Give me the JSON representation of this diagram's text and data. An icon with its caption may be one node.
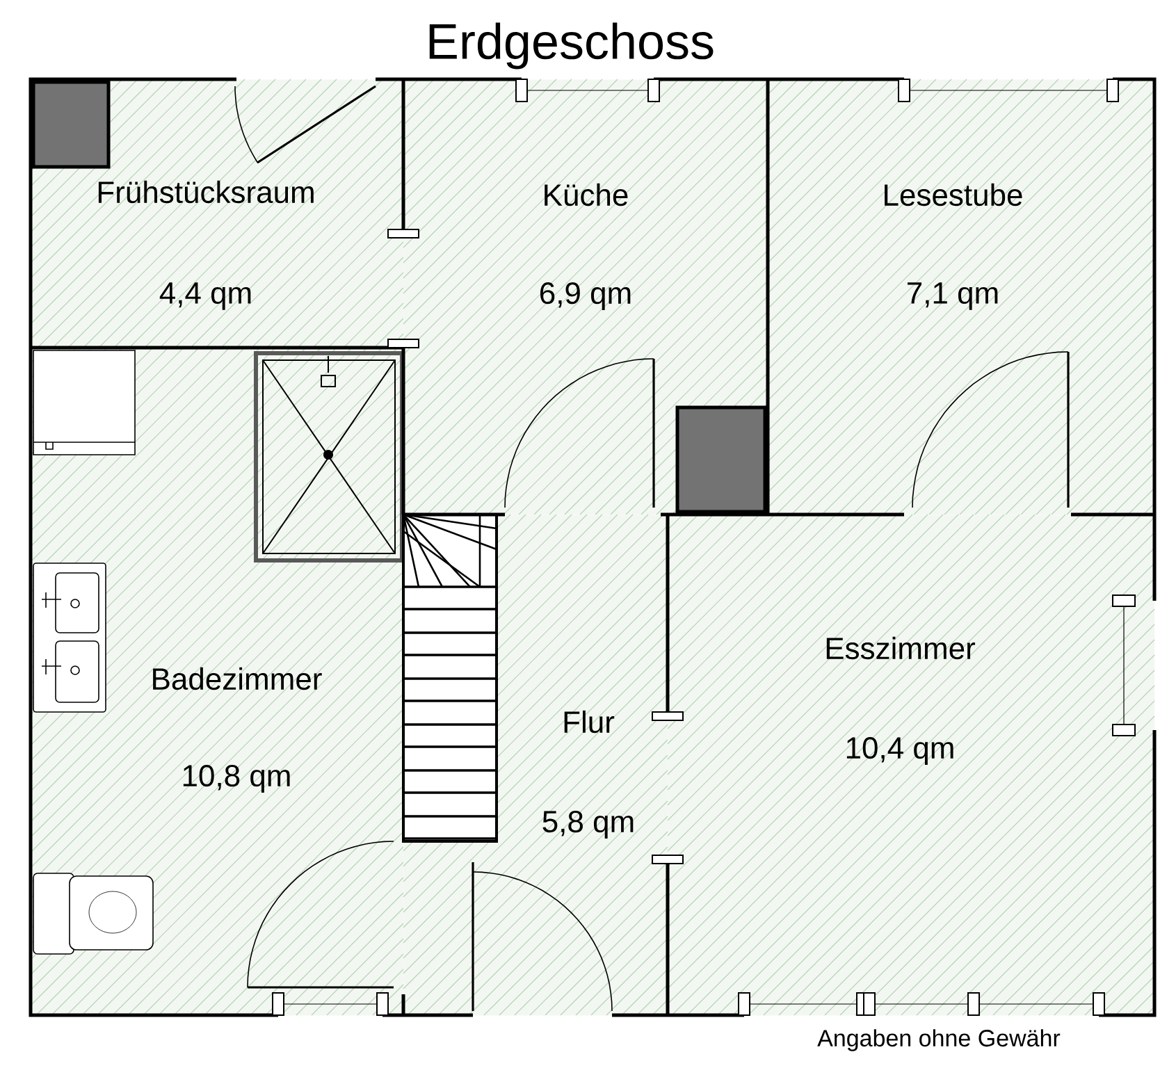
{
  "diagram": {
    "title": "Erdgeschoss",
    "nodes": [
      {
        "text": [
          "Frühstücksraum",
          "4,4 qm"
        ]
      },
      {
        "text": [
          "Küche",
          "6,9 qm"
        ]
      },
      {
        "text": [
          "Lesestube",
          "7,1 qm"
        ]
      },
      {
        "text": [
          "Badezimmer",
          "10,8 qm"
        ]
      },
      {
        "text": [
          "Flur",
          "5,8 qm"
        ]
      },
      {
        "text": [
          "Esszimmer",
          "10,4 qm"
        ]
      }
    ],
    "labels": [
      "Angaben ohne Gewähr"
    ]
  }
}
